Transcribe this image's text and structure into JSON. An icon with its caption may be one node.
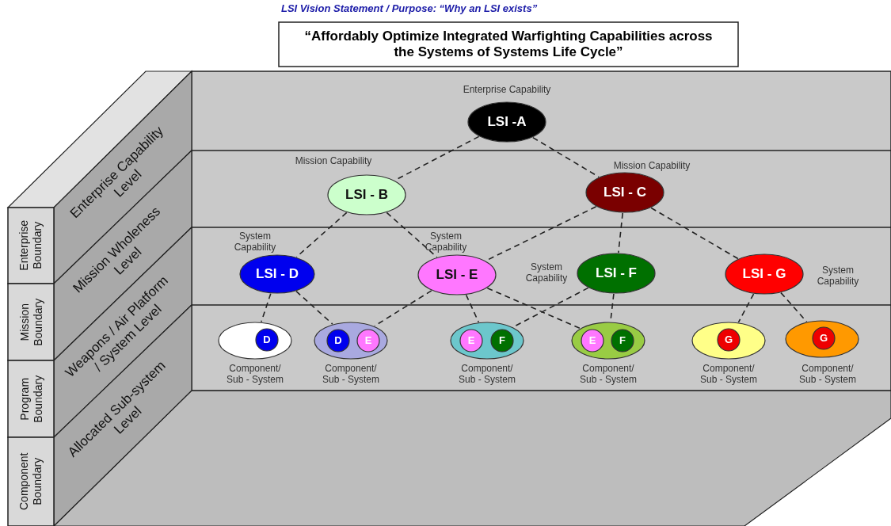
{
  "diagram": {
    "title": "LSI Vision Statement / Purpose: “Why an LSI exists”",
    "nodes": [
      {
        "text": [
          "“Affordably Optimize Integrated Warfighting Capabilities across the Systems of Systems Life Cycle”"
        ]
      },
      {
        "text": [
          "Enterprise Boundary"
        ]
      },
      {
        "text": [
          "Mission Boundary"
        ]
      },
      {
        "text": [
          "Program Boundary"
        ]
      },
      {
        "text": [
          "Component Boundary"
        ]
      },
      {
        "text": [
          "Enterprise Capability Level"
        ]
      },
      {
        "text": [
          "Mission Wholeness Level"
        ]
      },
      {
        "text": [
          "Weapons / Air Platform / System Level"
        ]
      },
      {
        "text": [
          "Allocated Sub-system Level"
        ]
      },
      {
        "text": [
          "LSI -A"
        ],
        "beside": [
          "Enterprise Capability"
        ]
      },
      {
        "text": [
          "LSI  - B"
        ],
        "beside": [
          "Mission Capability"
        ]
      },
      {
        "text": [
          "LSI - C"
        ],
        "beside": [
          "Mission Capability"
        ]
      },
      {
        "text": [
          "LSI - D"
        ],
        "beside": [
          "System Capability"
        ]
      },
      {
        "text": [
          "LSI - E"
        ],
        "beside": [
          "System Capability"
        ]
      },
      {
        "text": [
          "LSI - F"
        ],
        "beside": [
          "System Capability"
        ]
      },
      {
        "text": [
          "LSI - G"
        ],
        "beside": [
          "System Capability"
        ]
      },
      {
        "text": [],
        "shape": "ellipse",
        "beside": [
          "Component/ Sub - System"
        ]
      },
      {
        "text": [
          "D"
        ],
        "in": 16
      },
      {
        "text": [],
        "shape": "ellipse",
        "beside": [
          "Component/ Sub - System"
        ]
      },
      {
        "text": [
          "D"
        ],
        "in": 18
      },
      {
        "text": [
          "E"
        ],
        "in": 18
      },
      {
        "text": [],
        "shape": "ellipse",
        "beside": [
          "Component/ Sub - System"
        ]
      },
      {
        "text": [
          "E"
        ],
        "in": 21
      },
      {
        "text": [
          "F"
        ],
        "in": 21
      },
      {
        "text": [],
        "shape": "ellipse",
        "beside": [
          "Component/ Sub - System"
        ]
      },
      {
        "text": [
          "E"
        ],
        "in": 24
      },
      {
        "text": [
          "F"
        ],
        "in": 24
      },
      {
        "text": [],
        "shape": "ellipse",
        "beside": [
          "Component/ Sub - System"
        ]
      },
      {
        "text": [
          "G"
        ],
        "in": 27
      },
      {
        "text": [],
        "shape": "ellipse",
        "beside": [
          "Component/ Sub - System"
        ]
      },
      {
        "text": [
          "G"
        ],
        "in": 29
      }
    ],
    "edges": [
      {
        "from": 9,
        "to": 10,
        "arrow": "none",
        "style": "dashed"
      },
      {
        "from": 9,
        "to": 11,
        "arrow": "none",
        "style": "dashed"
      },
      {
        "from": 10,
        "to": 12,
        "arrow": "none",
        "style": "dashed"
      },
      {
        "from": 10,
        "to": 13,
        "arrow": "none",
        "style": "dashed"
      },
      {
        "from": 11,
        "to": 13,
        "arrow": "none",
        "style": "dashed"
      },
      {
        "from": 11,
        "to": 14,
        "arrow": "none",
        "style": "dashed"
      },
      {
        "from": 11,
        "to": 15,
        "arrow": "none",
        "style": "dashed"
      },
      {
        "from": 12,
        "to": 16,
        "arrow": "none",
        "style": "dashed"
      },
      {
        "from": 12,
        "to": 18,
        "arrow": "none",
        "style": "dashed"
      },
      {
        "from": 13,
        "to": 18,
        "arrow": "none",
        "style": "dashed"
      },
      {
        "from": 13,
        "to": 21,
        "arrow": "none",
        "style": "dashed"
      },
      {
        "from": 13,
        "to": 24,
        "arrow": "none",
        "style": "dashed"
      },
      {
        "from": 14,
        "to": 21,
        "arrow": "none",
        "style": "dashed"
      },
      {
        "from": 14,
        "to": 24,
        "arrow": "none",
        "style": "dashed"
      },
      {
        "from": 15,
        "to": 27,
        "arrow": "none",
        "style": "dashed"
      },
      {
        "from": 15,
        "to": 29,
        "arrow": "none",
        "style": "dashed"
      }
    ]
  }
}
